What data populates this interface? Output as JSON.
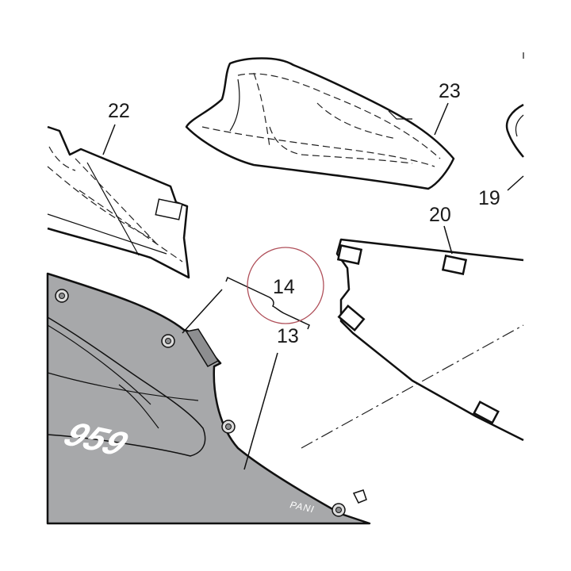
{
  "callouts": {
    "p22": "22",
    "p23": "23",
    "p19": "19",
    "p20": "20",
    "p14": "14",
    "p13": "13"
  },
  "decal": {
    "model": "959",
    "suffix": "PANI"
  },
  "colors": {
    "fairing_fill": "#a7a8aa",
    "line": "#111111",
    "highlight_circle": "#b0505a",
    "background": "#ffffff"
  }
}
